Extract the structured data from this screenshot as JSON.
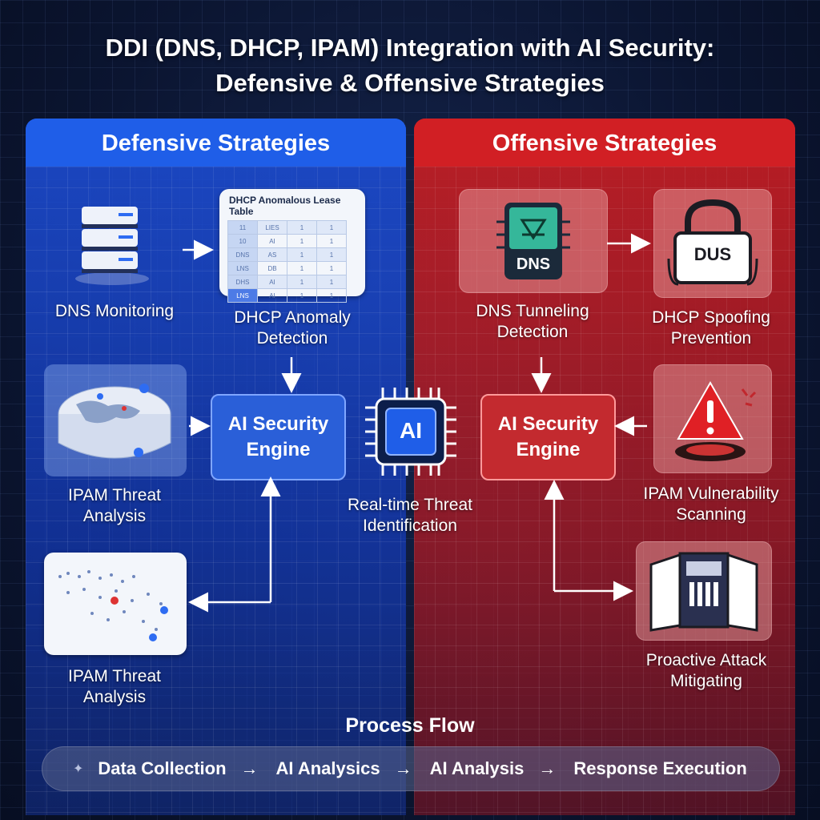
{
  "title": {
    "line1": "DDI (DNS, DHCP, IPAM) Integration with AI Security:",
    "line2": "Defensive & Offensive Strategies"
  },
  "defensive": {
    "header": "Defensive Strategies",
    "dns_monitoring": "DNS Monitoring",
    "dhcp_table_title": "DHCP Anomalous Lease Table",
    "dhcp_table_rows": [
      [
        "11",
        "LIES",
        "1",
        "1"
      ],
      [
        "10",
        "AI",
        "1",
        "1"
      ],
      [
        "DNS",
        "AS",
        "1",
        "1"
      ],
      [
        "LNS",
        "DB",
        "1",
        "1"
      ],
      [
        "DHS",
        "AI",
        "1",
        "1"
      ],
      [
        "LNS",
        "AI",
        "1",
        "1"
      ]
    ],
    "dhcp_anomaly": [
      "DHCP Anomaly",
      "Detection"
    ],
    "ipam_threat_1": [
      "IPAM Threat",
      "Analysis"
    ],
    "ai_engine": [
      "AI Security",
      "Engine"
    ],
    "ipam_threat_2": [
      "IPAM Threat",
      "Analysis"
    ]
  },
  "center": {
    "chip_label": "AI",
    "caption": [
      "Real-time Threat",
      "Identification"
    ]
  },
  "offensive": {
    "header": "Offensive Strategies",
    "dns_chip_label": "DNS",
    "dns_tunneling": [
      "DNS Tunneling",
      "Detection"
    ],
    "lock_label": "DUS",
    "dhcp_spoofing": [
      "DHCP Spoofing",
      "Prevention"
    ],
    "ai_engine": [
      "AI Security",
      "Engine"
    ],
    "ipam_vuln": [
      "IPAM Vulnerability",
      "Scanning"
    ],
    "proactive": [
      "Proactive Attack",
      "Mitigating"
    ]
  },
  "process_flow": {
    "title": "Process Flow",
    "steps": [
      "Data Collection",
      "AI Analysics",
      "AI Analysis",
      "Response Execution"
    ],
    "arrow": "→",
    "bullet": "✦"
  },
  "colors": {
    "defensive": "#1f5ee8",
    "offensive": "#d11f24"
  }
}
